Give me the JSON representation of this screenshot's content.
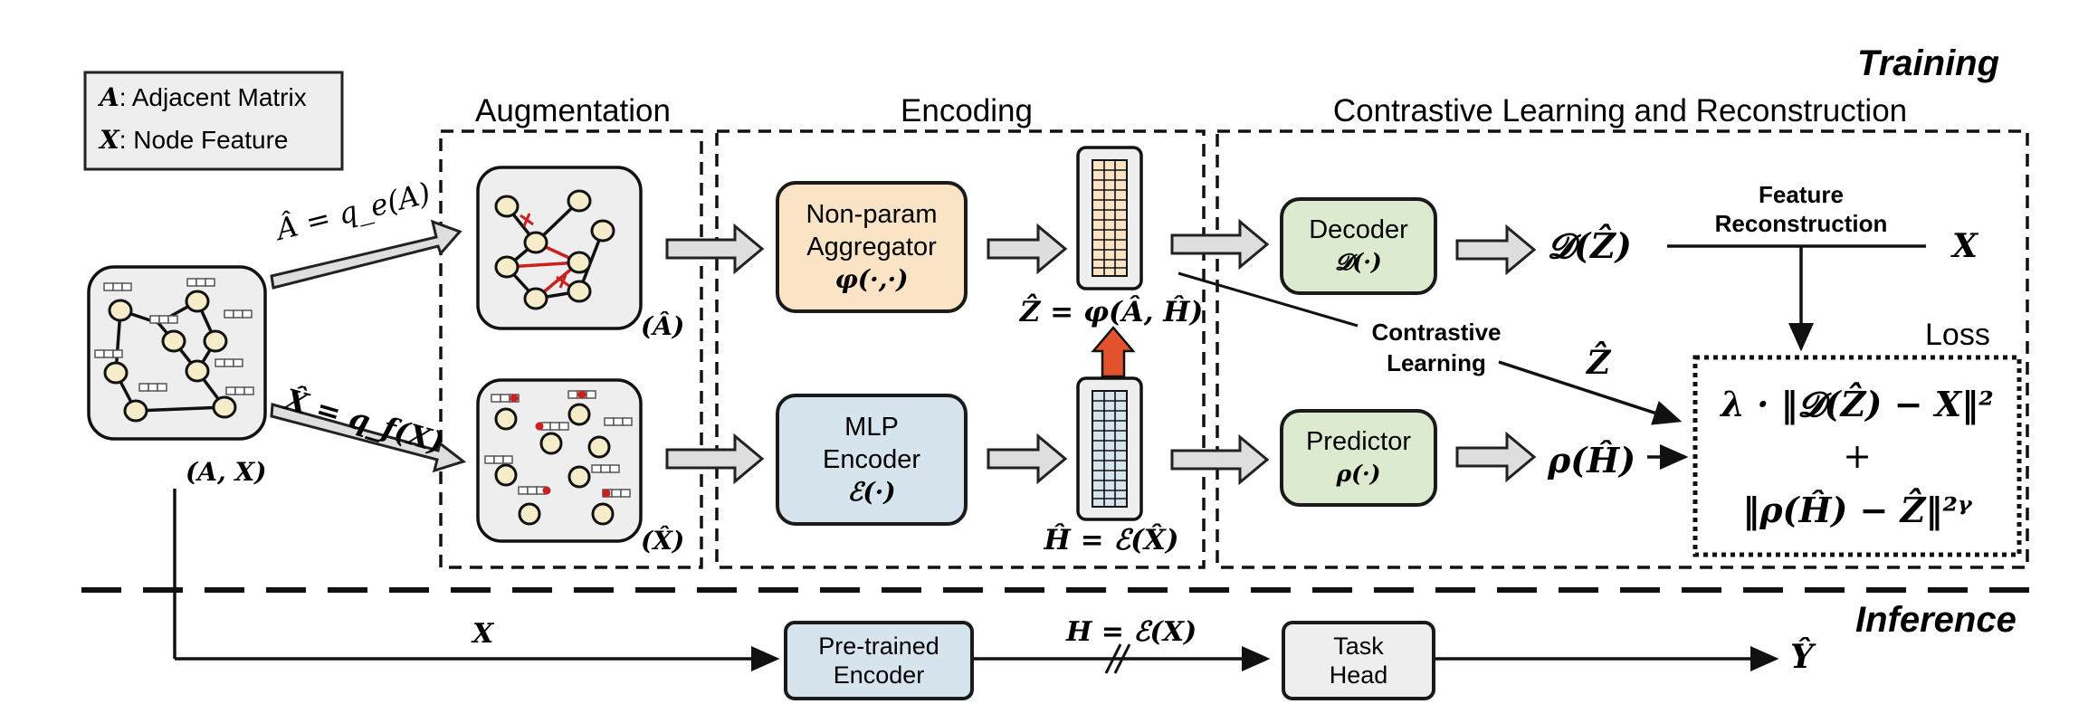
{
  "legend": {
    "a_symbol": "A",
    "a_text": ": Adjacent Matrix",
    "x_symbol": "X",
    "x_text": ": Node Feature"
  },
  "stages": {
    "training": "Training",
    "inference": "Inference",
    "augmentation": "Augmentation",
    "encoding": "Encoding",
    "contrastive": "Contrastive Learning and Reconstruction"
  },
  "input_graph": {
    "label": "(A, X)"
  },
  "augment": {
    "edge_arrow_label": "Â = q_e(A)",
    "feature_arrow_label": "X̂ = q_f(X)",
    "graph_a_label": "(Â)",
    "graph_x_label": "(X̂)"
  },
  "aggregator": {
    "line1": "Non-param",
    "line2": "Aggregator",
    "formula": "φ(·,·)"
  },
  "encoder": {
    "line1": "MLP",
    "line2": "Encoder",
    "formula": "ℰ(·)"
  },
  "z_hat_label": "Ẑ = φ(Â, Ĥ)",
  "h_hat_label": "Ĥ = ℰ(X̂)",
  "decoder": {
    "line1": "Decoder",
    "formula": "𝓓(·)"
  },
  "predictor": {
    "line1": "Predictor",
    "formula": "ρ(·)"
  },
  "d_z_output": "𝓓(Ẑ)",
  "rho_h_output": "ρ(Ĥ)",
  "feature_reconstruction": {
    "line1": "Feature",
    "line2": "Reconstruction"
  },
  "x_target": "X",
  "contrastive_learning": {
    "line1": "Contrastive",
    "line2": "Learning"
  },
  "z_hat_symbol": "Ẑ",
  "loss": {
    "title": "Loss",
    "term1": "λ · ‖𝓓(Ẑ) − X‖²",
    "plus": "+",
    "term2": "‖ρ(Ĥ) − Ẑ‖²ᵞ"
  },
  "inference_flow": {
    "x_label": "X",
    "pretrained_line1": "Pre-trained",
    "pretrained_line2": "Encoder",
    "h_label": "H = ℰ(X)",
    "task_line1": "Task",
    "task_line2": "Head",
    "y_hat": "Ŷ"
  },
  "colors": {
    "aggregator_fill": "#fbe3c5",
    "encoder_fill": "#d6e4ee",
    "decoder_fill": "#dcebd0",
    "graph_fill": "#eeeeee",
    "node_fill": "#f6ecc9",
    "red_edge": "#cc1f1f",
    "up_arrow": "#e2532d",
    "legend_fill": "#eeeeee"
  }
}
